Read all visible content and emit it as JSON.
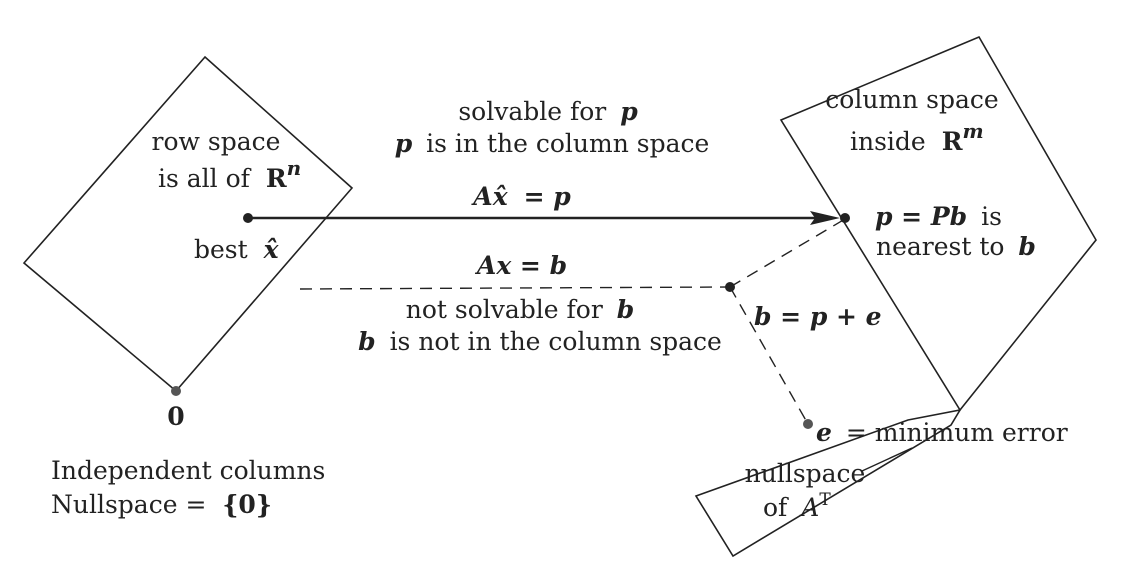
{
  "left_region": {
    "row_space_line1": "row space",
    "row_space_line2_prefix": "is all of",
    "row_space_set": "R",
    "row_space_exp": "n",
    "best_prefix": "best",
    "best_var": "x̂",
    "zero_label": "0",
    "independent": "Independent columns",
    "nullspace_prefix": "Nullspace =",
    "nullspace_set": "{0}"
  },
  "top_arrow": {
    "solvable_prefix": "solvable for",
    "solvable_var": "p",
    "p_in": "p",
    "p_in_suffix": "is in the column space",
    "eq_lhs": "A",
    "eq_var": "x̂",
    "eq_rhs": "= p"
  },
  "bottom_line": {
    "eq": "Ax = b",
    "not_prefix": "not solvable for",
    "not_var": "b",
    "b_var": "b",
    "b_suffix": "is not in the column space"
  },
  "right_region": {
    "col_line1": "column space",
    "col_line2_prefix": "inside",
    "col_set": "R",
    "col_exp": "m",
    "p_eq": "p = Pb",
    "p_is": "is",
    "nearest_prefix": "nearest to",
    "nearest_var": "b",
    "b_eq": "b = p + e",
    "e_eq": "e",
    "e_suffix": "= minimum error",
    "null_line1": "nullspace",
    "null_line2_prefix": "of",
    "null_A": "A",
    "null_T": "T"
  },
  "colors": {
    "ink": "#222222",
    "point": "#555555"
  }
}
